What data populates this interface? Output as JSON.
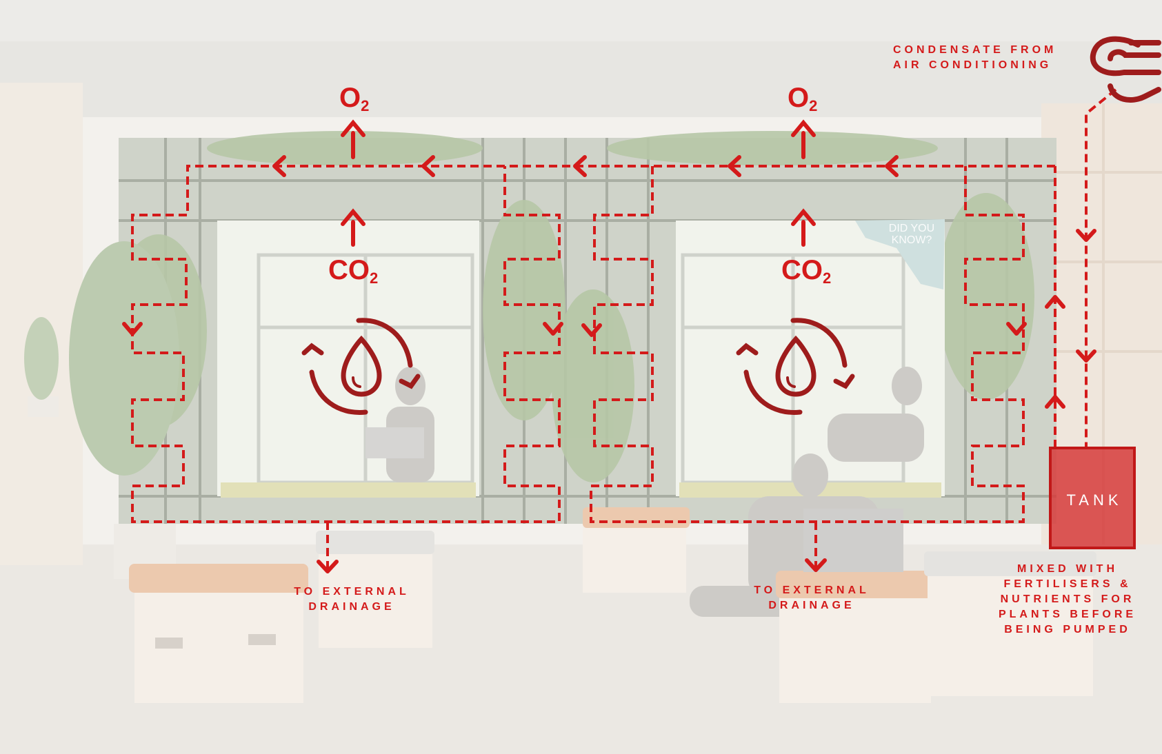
{
  "labels": {
    "condensate_line1": "CONDENSATE FROM",
    "condensate_line2": "AIR CONDITIONING",
    "o2_left": "O",
    "o2_left_sub": "2",
    "o2_right": "O",
    "o2_right_sub": "2",
    "co2_left": "CO",
    "co2_left_sub": "2",
    "co2_right": "CO",
    "co2_right_sub": "2",
    "drainage_left_line1": "TO EXTERNAL",
    "drainage_left_line2": "DRAINAGE",
    "drainage_right_line1": "TO EXTERNAL",
    "drainage_right_line2": "DRAINAGE",
    "tank": "TANK",
    "note_line1": "MIXED WITH",
    "note_line2": "FERTILISERS &",
    "note_line3": "NUTRIENTS FOR",
    "note_line4": "PLANTS BEFORE",
    "note_line5": "BEING PUMPED",
    "photo_sign_line1": "DID YOU",
    "photo_sign_line2": "KNOW?"
  },
  "icons": {
    "condensate": "air-wind-icon",
    "water_cycle": "water-drop-cycle-icon"
  },
  "colors": {
    "flow": "#d41a1a",
    "icon": "#9e1c1c",
    "tank_fill": "#d63b3b",
    "photo_wash": "#f4f2ee"
  }
}
